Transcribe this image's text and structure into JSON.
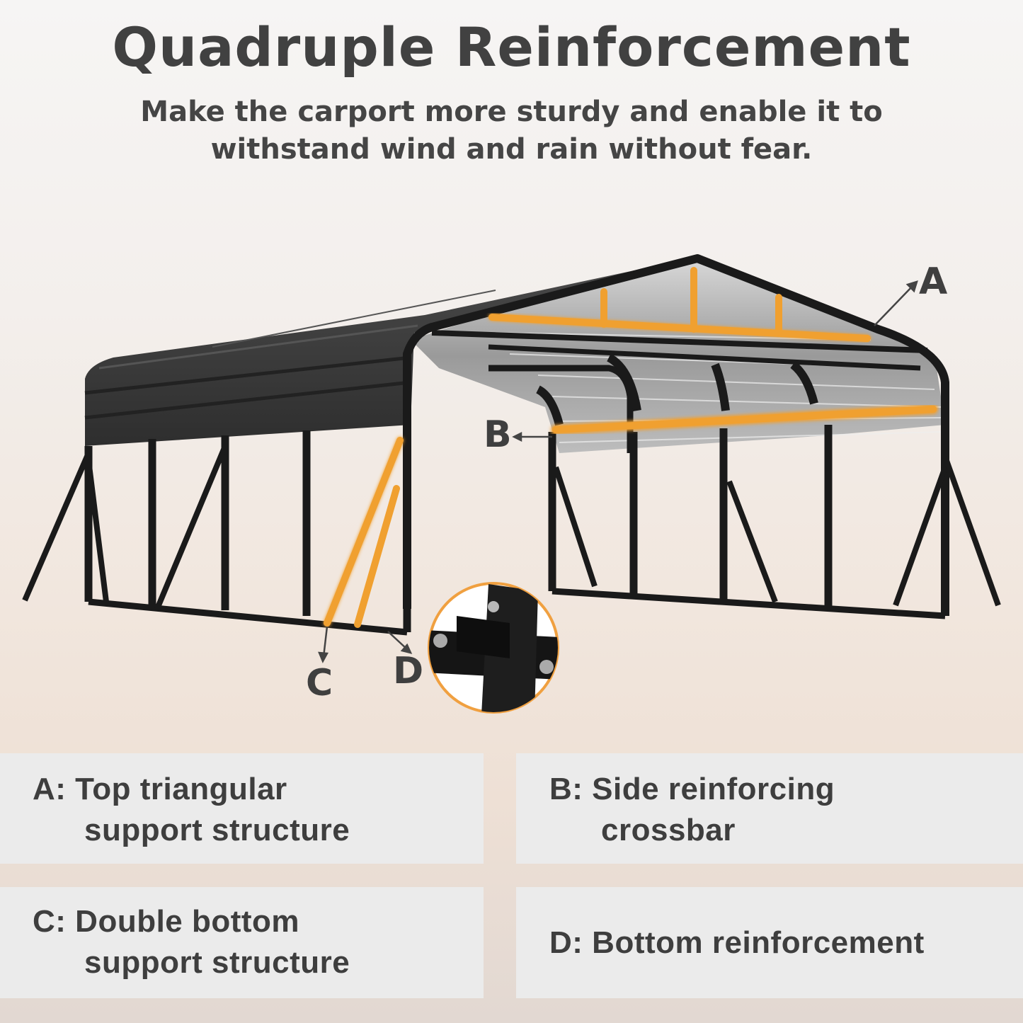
{
  "header": {
    "title": "Quadruple Reinforcement",
    "subtitle_line1": "Make the carport more sturdy and enable it to",
    "subtitle_line2": "withstand wind and rain without fear."
  },
  "illustration": {
    "subject": "metal carport frame with highlighted reinforcements",
    "highlight_color": "#f0a030",
    "frame_color": "#1c1c1c",
    "roof_color": "#3a3a3a",
    "callouts": [
      {
        "letter": "A"
      },
      {
        "letter": "B"
      },
      {
        "letter": "C"
      },
      {
        "letter": "D"
      }
    ],
    "detail_inset": "bottom bracket close-up with bolts"
  },
  "features": [
    {
      "letter": "A:",
      "line1": "Top triangular",
      "line2": "support structure"
    },
    {
      "letter": "B:",
      "line1": "Side reinforcing",
      "line2": "crossbar"
    },
    {
      "letter": "C:",
      "line1": "Double bottom",
      "line2": "support structure"
    },
    {
      "letter": "D:",
      "line1": "Bottom reinforcement",
      "line2": ""
    }
  ]
}
